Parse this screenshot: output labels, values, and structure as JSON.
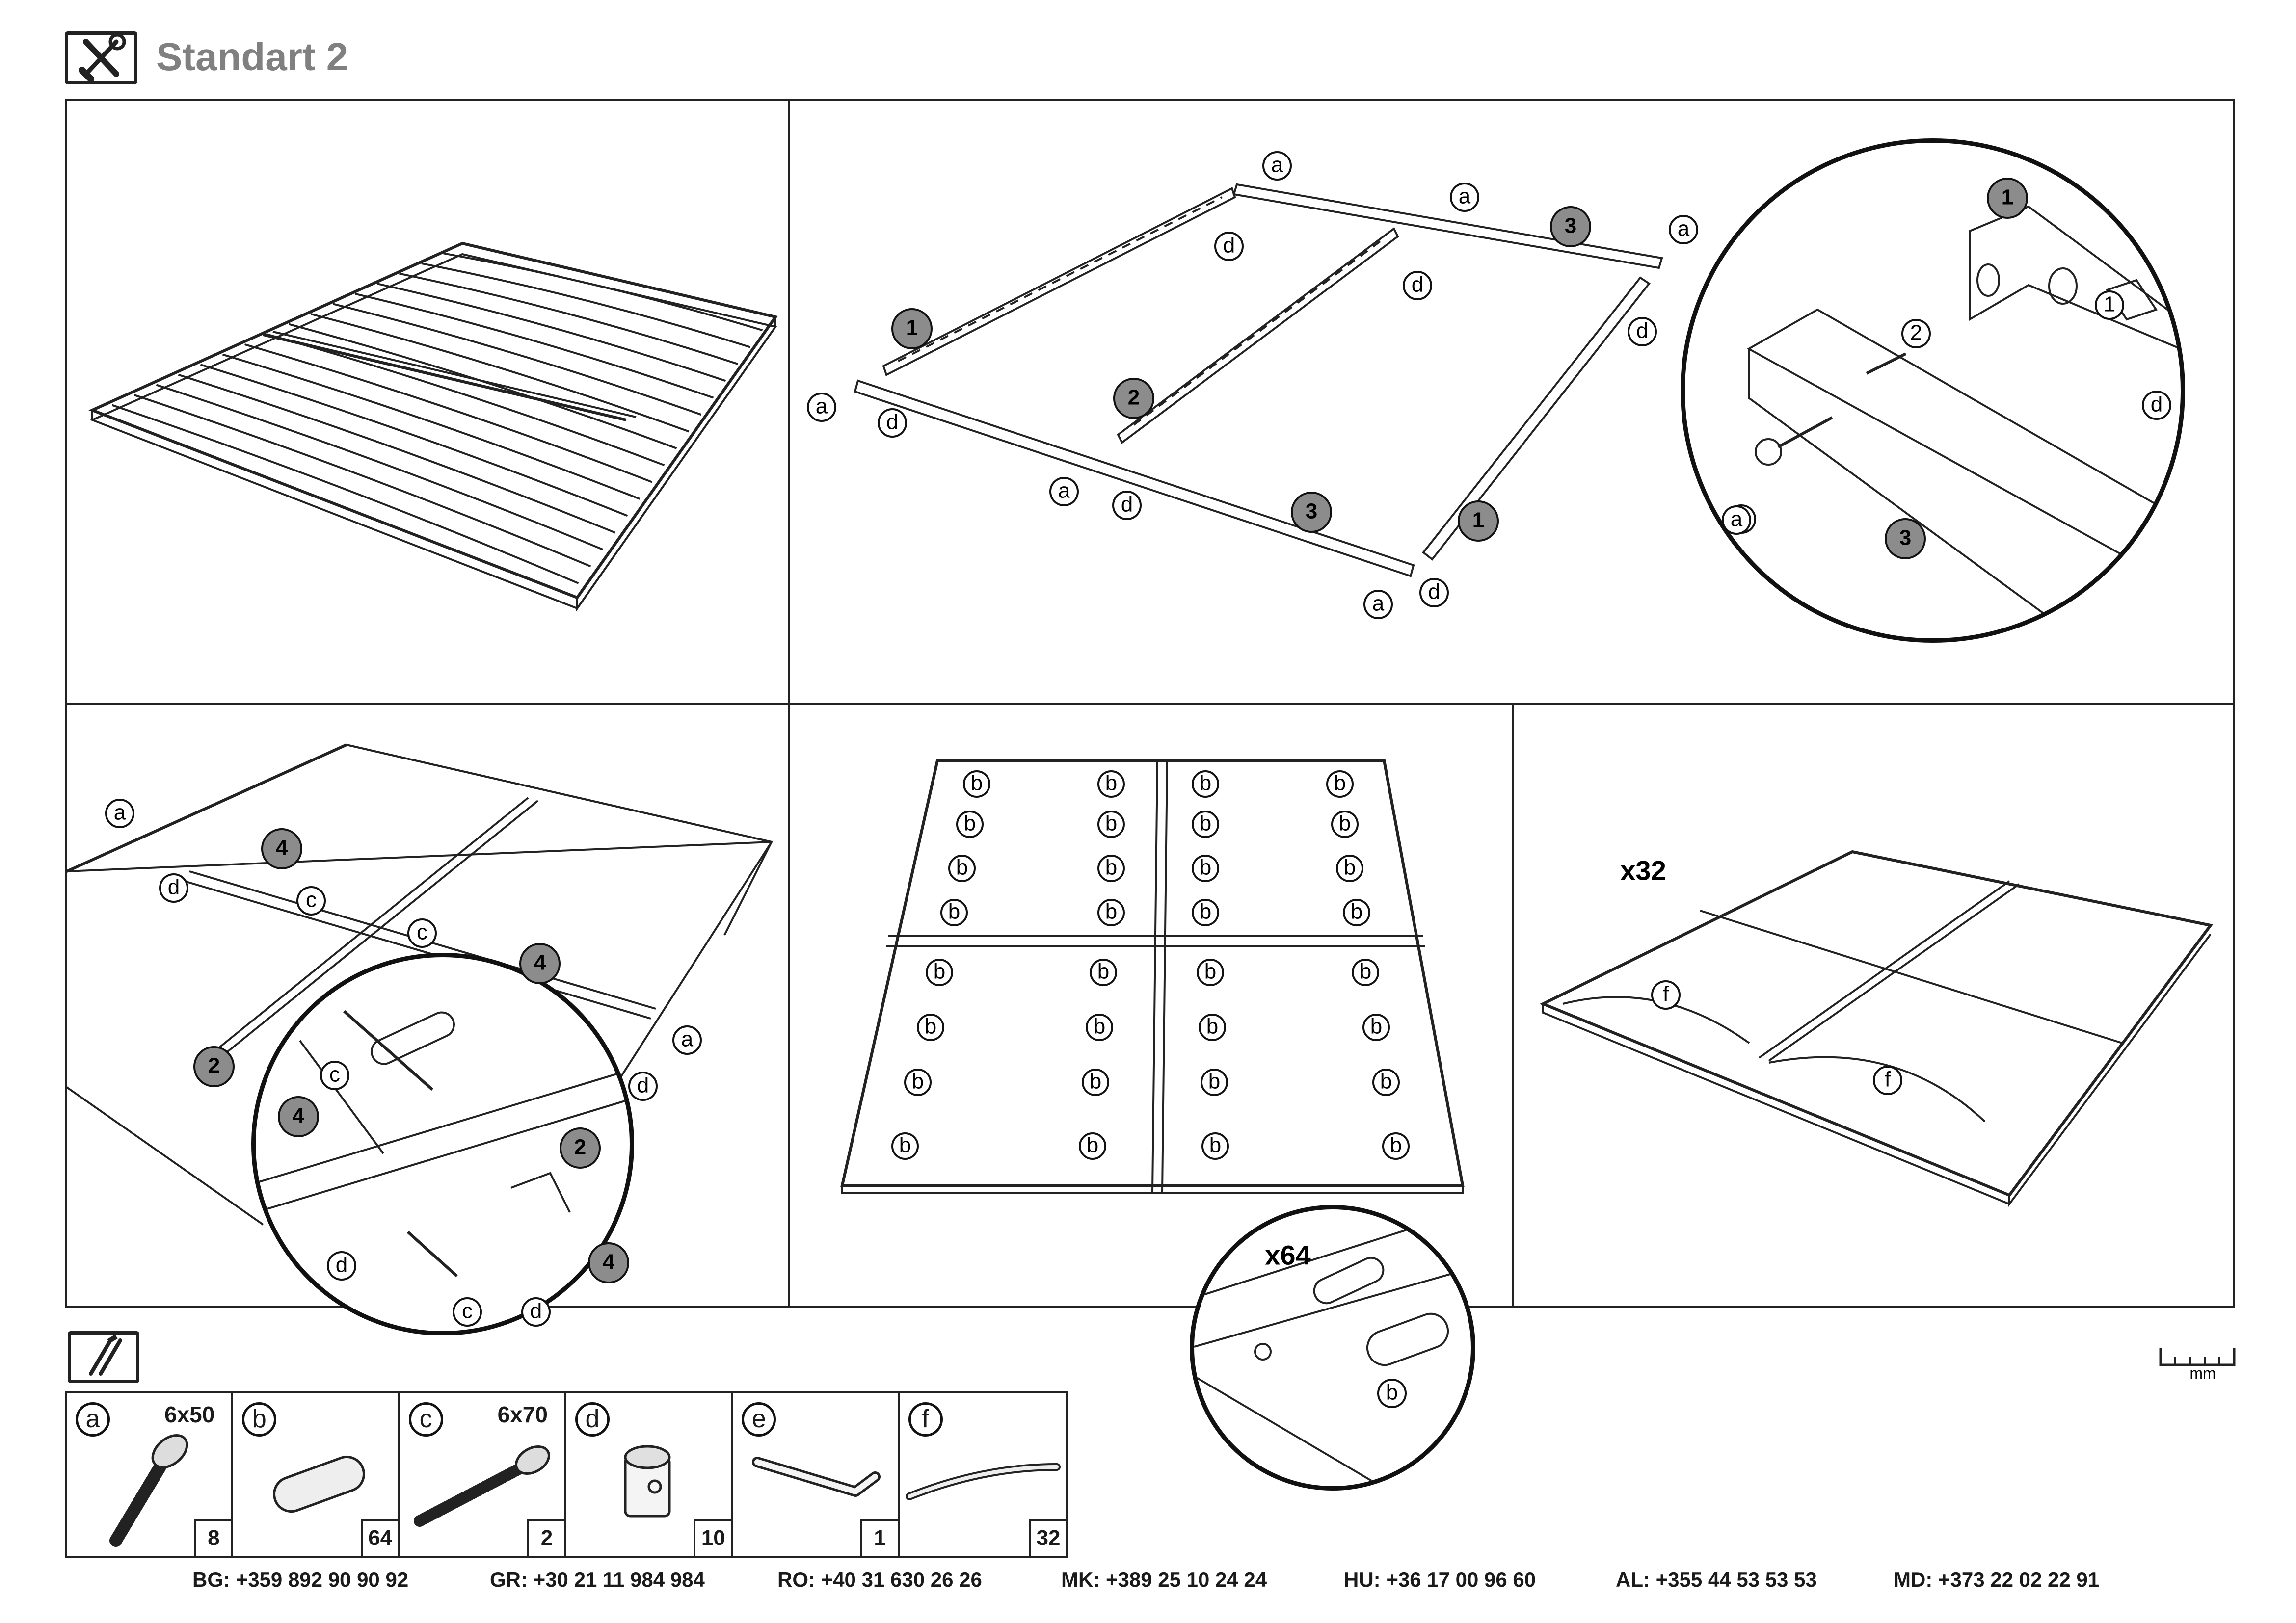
{
  "header": {
    "title": "Standart 2"
  },
  "step_labels": {
    "a": "a",
    "b": "b",
    "c": "c",
    "d": "d",
    "f": "f",
    "n1": "1",
    "n2": "2",
    "n3": "3",
    "n4": "4"
  },
  "multipliers": {
    "slats": "x32",
    "caps": "x64"
  },
  "parts": [
    {
      "letter": "a",
      "size": "6x50",
      "qty": "8"
    },
    {
      "letter": "b",
      "size": "",
      "qty": "64"
    },
    {
      "letter": "c",
      "size": "6x70",
      "qty": "2"
    },
    {
      "letter": "d",
      "size": "",
      "qty": "10"
    },
    {
      "letter": "e",
      "size": "",
      "qty": "1"
    },
    {
      "letter": "f",
      "size": "",
      "qty": "32"
    }
  ],
  "ruler_unit": "mm",
  "phones": [
    {
      "code": "BG:",
      "number": "+359 892 90 90 92"
    },
    {
      "code": "GR:",
      "number": "+30 21 11 984 984"
    },
    {
      "code": "RO:",
      "number": "+40 31 630 26 26"
    },
    {
      "code": "MK:",
      "number": "+389 25 10 24 24"
    },
    {
      "code": "HU:",
      "number": "+36 17 00 96 60"
    },
    {
      "code": "AL:",
      "number": "+355 44 53 53 53"
    },
    {
      "code": "MD:",
      "number": "+373 22 02 22 91"
    }
  ]
}
